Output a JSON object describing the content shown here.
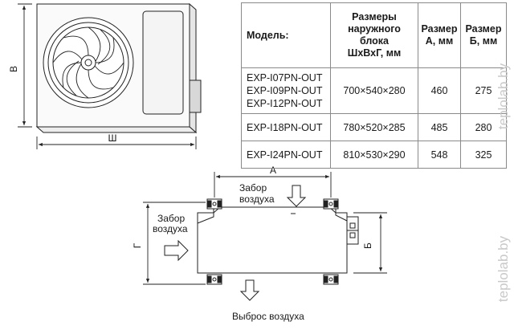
{
  "front_view": {
    "label_height": "В",
    "label_width": "Ш"
  },
  "table": {
    "header": {
      "model": "Модель:",
      "size": [
        "Размеры",
        "наружного",
        "блока",
        "ШхВхГ, мм"
      ],
      "a": [
        "Размер",
        "А, мм"
      ],
      "b": [
        "Размер",
        "Б, мм"
      ]
    },
    "rows": [
      {
        "models": [
          "EXP-I07PN-OUT",
          "EXP-I09PN-OUT",
          "EXP-I12PN-OUT"
        ],
        "size": "700×540×280",
        "a": "460",
        "b": "275"
      },
      {
        "models": [
          "EXP-I18PN-OUT"
        ],
        "size": "780×520×285",
        "a": "485",
        "b": "280"
      },
      {
        "models": [
          "EXP-I24PN-OUT"
        ],
        "size": "810×530×290",
        "a": "548",
        "b": "325"
      }
    ]
  },
  "top_view": {
    "label_a": "А",
    "label_b": "Б",
    "label_g": "Г",
    "intake_top": [
      "Забор",
      "воздуха"
    ],
    "intake_left": [
      "Забор",
      "воздуха"
    ],
    "exhaust": "Выброс воздуха"
  },
  "watermark": "teplolab.by"
}
